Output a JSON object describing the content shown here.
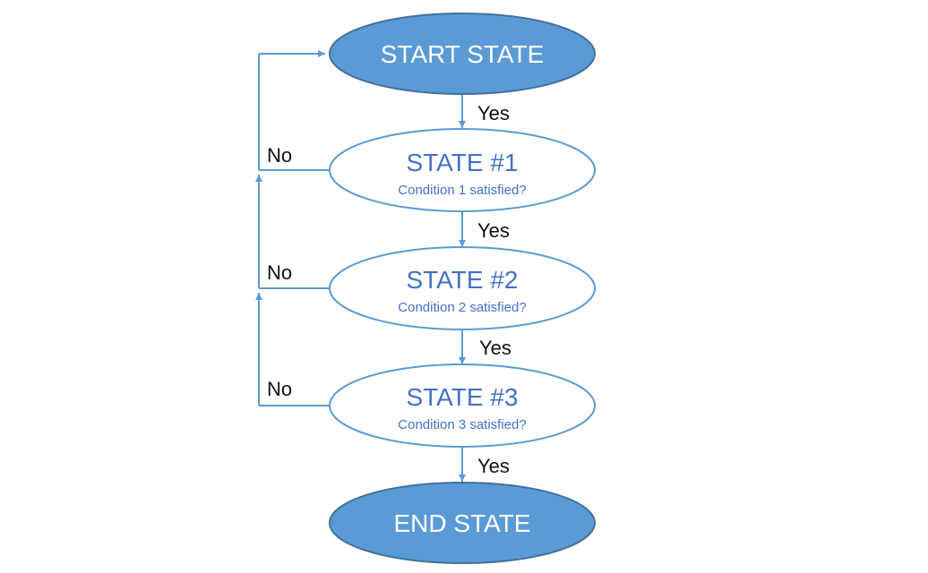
{
  "colors": {
    "accent": "#5b9bd5",
    "text_blue": "#4472c4",
    "label": "#111111"
  },
  "nodes": {
    "start": {
      "title": "START STATE"
    },
    "state1": {
      "title": "STATE #1",
      "condition": "Condition 1 satisfied?"
    },
    "state2": {
      "title": "STATE #2",
      "condition": "Condition 2 satisfied?"
    },
    "state3": {
      "title": "STATE #3",
      "condition": "Condition 3 satisfied?"
    },
    "end": {
      "title": "END STATE"
    }
  },
  "labels": {
    "yes": "Yes",
    "no": "No"
  }
}
